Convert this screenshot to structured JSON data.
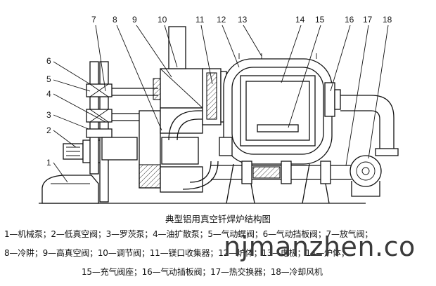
{
  "diagram": {
    "caption": "典型铝用真空钎焊炉结构图",
    "part_numbers": [
      "1",
      "2",
      "3",
      "4",
      "5",
      "6",
      "7",
      "8",
      "9",
      "10",
      "11",
      "12",
      "13",
      "14",
      "15",
      "16",
      "17",
      "18"
    ],
    "legend_lines": [
      "1—机械泵；2—低真空阀；3—罗茨泵；4—油扩散泵；5—气动蝶阀；6—气动挡板阀；7—放气阀；",
      "8—冷阱；9—高真空阀；10—调节阀；11—镁口收集器；12—炉体；13—电极；14—炉体；",
      "15—充气阀座；16—气动插板阀；17—热交换器；18—冷却风机"
    ]
  },
  "watermark": "njmanzhen.co"
}
